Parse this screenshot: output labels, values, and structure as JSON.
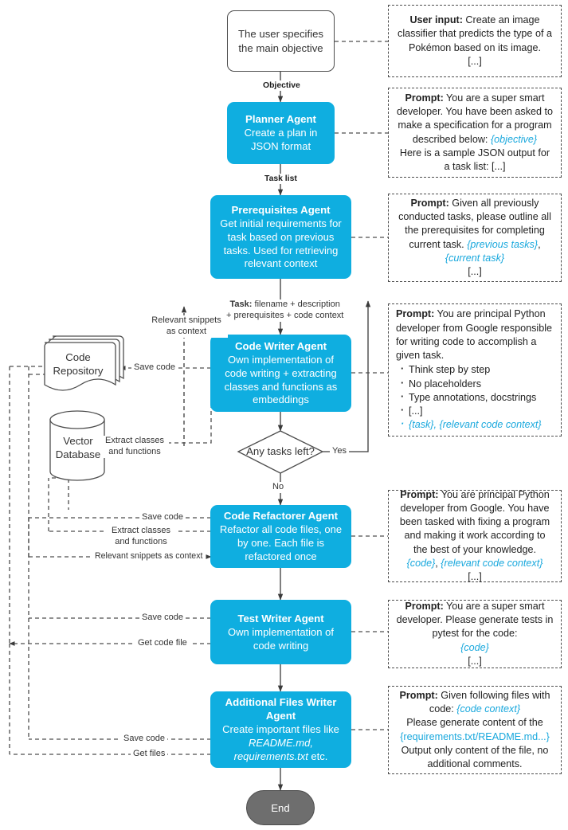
{
  "diagram": {
    "title": "Multi-agent code generation pipeline flowchart",
    "accent_blue": "#0FAEE0",
    "end_gray": "#6E6E6E",
    "variable_color": "#19A8DD"
  },
  "nodes": {
    "start": {
      "label": "The user specifies the main objective"
    },
    "planner": {
      "title": "Planner Agent",
      "subtitle": "Create a plan in JSON format"
    },
    "prerequisites": {
      "title": "Prerequisites Agent",
      "subtitle": "Get initial requirements for task based on previous tasks. Used for retrieving relevant context"
    },
    "code_writer": {
      "title": "Code Writer Agent",
      "subtitle": "Own implementation of code writing + extracting classes and functions as embeddings"
    },
    "decision": {
      "label": "Any tasks left?"
    },
    "code_refactorer": {
      "title": "Code Refactorer Agent",
      "subtitle": "Refactor all code files, one by one. Each file is refactored once"
    },
    "test_writer": {
      "title": "Test Writer Agent",
      "subtitle": "Own implementation of code writing"
    },
    "additional_files": {
      "title": "Additional Files Writer Agent",
      "subtitle_pre": "Create important files like ",
      "subtitle_em": "README.md, requirements.txt",
      "subtitle_post": " etc."
    },
    "end": {
      "label": "End"
    },
    "code_repository": {
      "label_line1": "Code",
      "label_line2": "Repository"
    },
    "vector_database": {
      "label_line1": "Vector",
      "label_line2": "Database"
    }
  },
  "edge_labels": {
    "objective": "Objective",
    "task_list": "Task list",
    "task_bold": "Task:",
    "task_rest": " filename + description",
    "task_line2": "+ prerequisites + code context",
    "yes": "Yes",
    "no": "No",
    "relevant_snippets_as_context_l1": "Relevant snippets",
    "relevant_snippets_as_context_l2": "as context",
    "save_code_writer": "Save code",
    "extract_classes_l1": "Extract classes",
    "extract_classes_l2": "and functions",
    "save_code_refactor": "Save code",
    "extract_classes_refactor_l1": "Extract classes",
    "extract_classes_refactor_l2": "and functions",
    "relevant_snippets_refactor": "Relevant snippets as context",
    "save_code_test": "Save code",
    "get_code_file": "Get code file",
    "save_code_additional": "Save code",
    "get_files": "Get files"
  },
  "prompts": {
    "user_input": {
      "bold": "User input:",
      "text": " Create an image classifier that predicts the type of a Pokémon based on its image.",
      "ellipsis": "[...]"
    },
    "planner": {
      "bold": "Prompt:",
      "text1": " You are a super smart developer. You have been asked to make a specification for a program described below: ",
      "var1": "{objective}",
      "text2": "Here is a sample JSON output for a task list: [...]"
    },
    "prerequisites": {
      "bold": "Prompt:",
      "text1": " Given all previously conducted tasks, please outline all the prerequisites for completing current task. ",
      "var1": "{previous tasks}",
      "sep": ", ",
      "var2": "{current task}",
      "ellipsis": "[...]"
    },
    "code_writer": {
      "bold": "Prompt:",
      "text1": " You are principal Python developer from Google responsible for writing code to accomplish a given task.",
      "bullets": [
        "Think step by step",
        "No placeholders",
        "Type annotations, docstrings",
        "[...]"
      ],
      "bullet_var": "{task}, {relevant code context}"
    },
    "code_refactorer": {
      "bold": "Prompt:",
      "text1": " You are principal Python developer from Google. You have been tasked with fixing a program and making it work according to the best of your knowledge.",
      "var1": "{code}",
      "sep": ", ",
      "var2": "{relevant code context}",
      "ellipsis": "[...]"
    },
    "test_writer": {
      "bold": "Prompt:",
      "text1": " You are a super smart developer. Please generate tests in pytest for the code:",
      "var1": "{code}",
      "ellipsis": "[...]"
    },
    "additional_files": {
      "bold": "Prompt:",
      "text1": " Given following files with code: ",
      "var1": "{code context}",
      "text2": "Please generate content of the ",
      "var2": "{requirements.txt/README.md...}",
      "text3": "Output only content of the file, no additional comments."
    }
  }
}
